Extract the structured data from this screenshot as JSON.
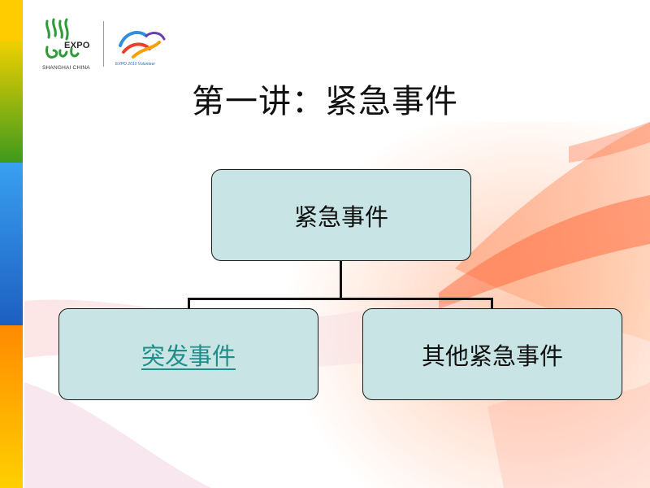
{
  "branding": {
    "expo_word": "EXPO",
    "expo_location": "SHANGHAI CHINA",
    "volunteer_caption": "EXPO 2010 Volunteer"
  },
  "title": "第一讲：紧急事件",
  "diagram": {
    "root": {
      "label": "紧急事件"
    },
    "children": [
      {
        "label": "突发事件",
        "is_link": true
      },
      {
        "label": "其他紧急事件",
        "is_link": false
      }
    ]
  },
  "colors": {
    "box_fill": "#c8e4e4",
    "link_text": "#1f8e8a",
    "strip": [
      "#ffd400",
      "#4ca01e",
      "#2e8fe0",
      "#ff7a00"
    ]
  }
}
